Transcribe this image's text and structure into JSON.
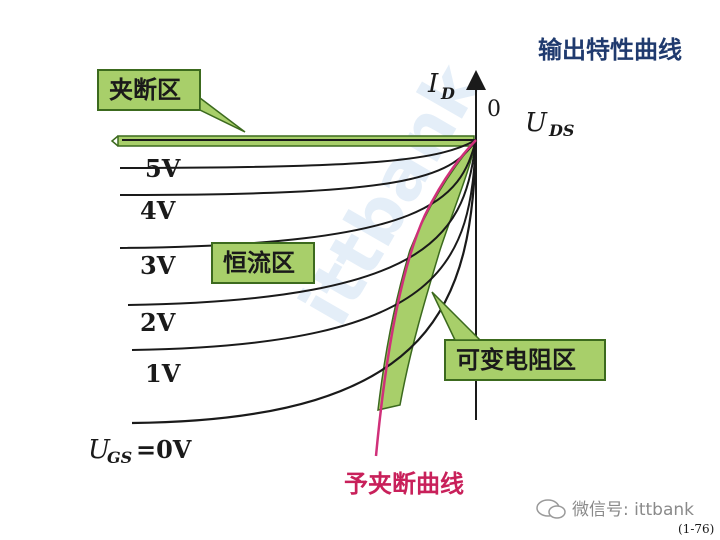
{
  "title": "输出特性曲线",
  "axes": {
    "y_label_main": "I",
    "y_label_sub": "D",
    "x_label_main": "U",
    "x_label_sub": "DS",
    "origin_label": "0"
  },
  "regions": {
    "cutoff": "夹断区",
    "saturation": "恒流区",
    "ohmic": "可变电阻区"
  },
  "pinch_off_label": "予夹断曲线",
  "curve_labels": [
    "5V",
    "4V",
    "3V",
    "2V",
    "1V"
  ],
  "ugs_label": {
    "main": "U",
    "sub": "GS",
    "value": "=0V"
  },
  "watermark_center": "ittbank",
  "footer": {
    "wechat": "微信号: ittbank",
    "figure_number": "(1-76)"
  },
  "colors": {
    "region_fill": "#a8cf6a",
    "curve": "#1a1a1a",
    "pinch_off_curve": "#d0307a",
    "title": "#1f3a6e",
    "pinch_off_label": "#c8205a"
  }
}
